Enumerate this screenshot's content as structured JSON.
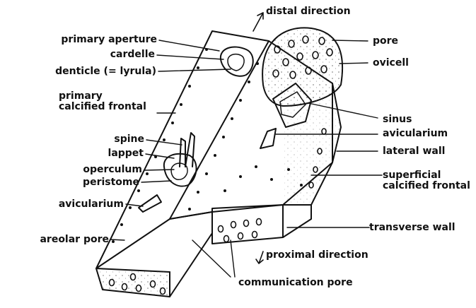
{
  "labels": {
    "distal_direction": "distal direction",
    "primary_aperture": "primary aperture",
    "cardelle": "cardelle",
    "denticle": "denticle (= lyrula)",
    "primary_calcified_frontal_1": "primary",
    "primary_calcified_frontal_2": "calcified frontal",
    "spine": "spine",
    "lappet": "lappet",
    "operculum": "operculum",
    "peristome": "peristome",
    "avicularium_left": "avicularium",
    "areolar_pore": "areolar pore",
    "pore": "pore",
    "ovicell": "ovicell",
    "sinus": "sinus",
    "avicularium_right": "avicularium",
    "lateral_wall": "lateral wall",
    "superficial_calcified_frontal_1": "superficial",
    "superficial_calcified_frontal_2": "calcified frontal",
    "transverse_wall": "transverse wall",
    "proximal_direction": "proximal direction",
    "communication_pore": "communication pore"
  },
  "colors": {
    "ink": "#111111",
    "paper": "#ffffff"
  }
}
